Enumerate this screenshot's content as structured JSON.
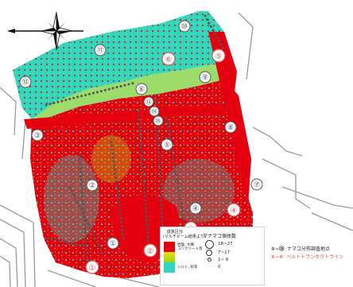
{
  "map": {
    "compass": {
      "icon": "north-arrow-compass-icon"
    },
    "survey_points": [
      "⑫",
      "⑪",
      "⑩",
      "⑨",
      "⑧",
      "⑦",
      "⑥",
      "⑤",
      "④",
      "③",
      "②",
      "①",
      "⑬",
      "⑭",
      "⑮"
    ],
    "transect_lines": [
      "⑥",
      "⑤",
      "④",
      "③",
      "②",
      "①"
    ],
    "colors": {
      "rock": "#e4000f",
      "silt": "#2fd7c0",
      "mid": "#b8d81a",
      "transect_marker": "#e05050",
      "survey_marker": "#555555"
    }
  },
  "legend": {
    "substrate_title": "底質区分",
    "substrate_subtitle": "(マルチビーム結果より)",
    "classes": [
      {
        "label_line1": "岩盤, 大礫,",
        "label_line2": "コンクリート等"
      },
      {
        "label_line1": "",
        "label_line2": ""
      },
      {
        "label_line1": "シルト, 砂等",
        "label_line2": ""
      }
    ],
    "count_title": "マナマコ個体数",
    "counts": [
      "18~27",
      "7~17",
      "1~ 6",
      "0"
    ]
  },
  "key": {
    "survey_symbols": "①~⑮",
    "survey_text": ": ナマコ分布調査地点",
    "transect_symbols": "①~⑥",
    "transect_text": ": ベルトトランセクトライン"
  }
}
